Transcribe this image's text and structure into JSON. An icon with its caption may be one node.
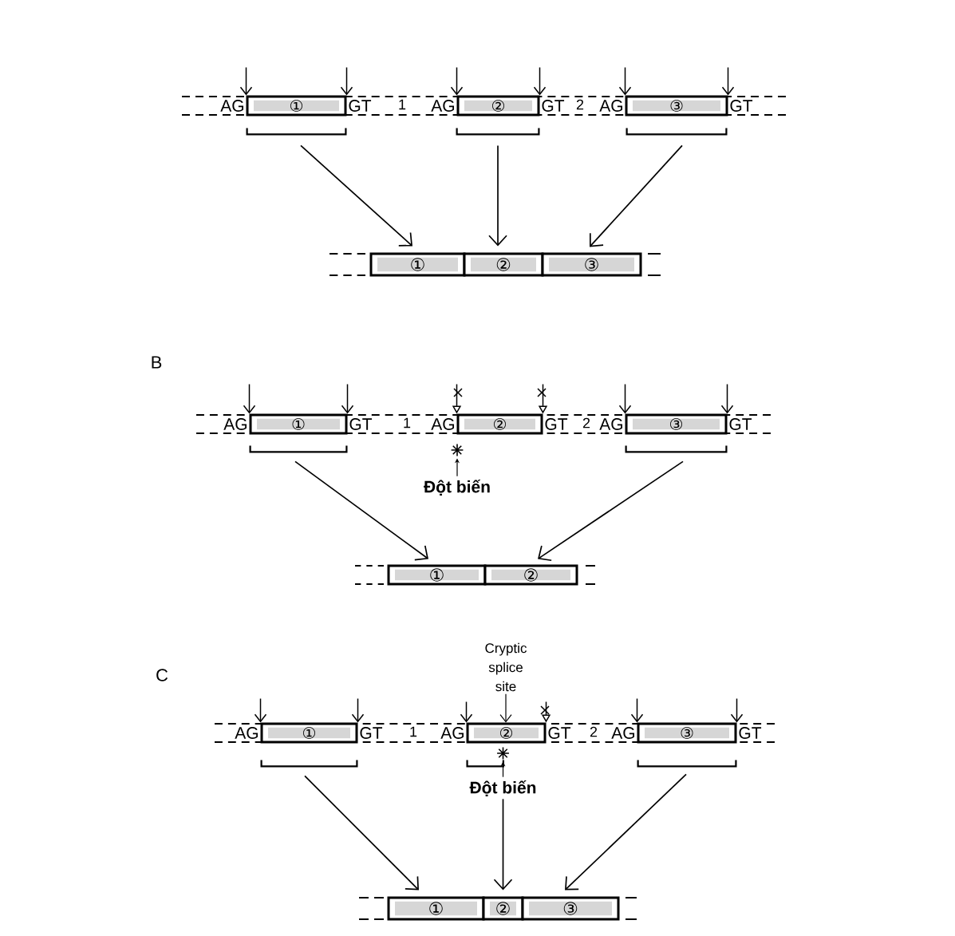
{
  "diagram": {
    "nodes": [
      {
        "text": [
          "①"
        ]
      },
      {
        "text": [
          "②"
        ]
      },
      {
        "text": [
          "③"
        ]
      },
      {
        "text": [],
        "shape": "bracket"
      },
      {
        "text": [],
        "shape": "bracket"
      },
      {
        "text": [],
        "shape": "bracket"
      },
      {
        "text": [
          "①"
        ]
      },
      {
        "text": [
          "②"
        ]
      },
      {
        "text": [
          "③"
        ]
      },
      {
        "text": [
          "①"
        ]
      },
      {
        "text": [
          "②"
        ]
      },
      {
        "text": [
          "③"
        ]
      },
      {
        "text": [],
        "shape": "bracket"
      },
      {
        "text": [],
        "shape": "asterisk"
      },
      {
        "text": [],
        "shape": "bracket"
      },
      {
        "text": [
          "Đột biến"
        ]
      },
      {
        "text": [
          "①"
        ]
      },
      {
        "text": [
          "②"
        ]
      },
      {
        "text": [
          "Cryptic splice site"
        ]
      },
      {
        "text": [
          "①"
        ]
      },
      {
        "text": [
          "②"
        ]
      },
      {
        "text": [
          "③"
        ]
      },
      {
        "text": [],
        "shape": "bracket"
      },
      {
        "text": [],
        "shape": "asterisk"
      },
      {
        "text": [],
        "shape": "bracket"
      },
      {
        "text": [],
        "shape": "bracket"
      },
      {
        "text": [
          "Đột biến"
        ]
      },
      {
        "text": [
          "①"
        ]
      },
      {
        "text": [
          "②"
        ]
      },
      {
        "text": [
          "③"
        ]
      }
    ],
    "edges": [
      {
        "from": null,
        "to": 0,
        "arrow": "to"
      },
      {
        "from": null,
        "to": 0,
        "arrow": "to"
      },
      {
        "from": null,
        "to": 1,
        "arrow": "to"
      },
      {
        "from": null,
        "to": 1,
        "arrow": "to"
      },
      {
        "from": null,
        "to": 2,
        "arrow": "to"
      },
      {
        "from": null,
        "to": 2,
        "arrow": "to"
      },
      {
        "from": 3,
        "to": 6,
        "arrow": "to"
      },
      {
        "from": 4,
        "to": 7,
        "arrow": "to"
      },
      {
        "from": 5,
        "to": 8,
        "arrow": "to"
      },
      {
        "from": null,
        "to": 9,
        "arrow": "to"
      },
      {
        "from": null,
        "to": 9,
        "arrow": "to"
      },
      {
        "from": null,
        "to": 10,
        "arrow": "to"
      },
      {
        "from": null,
        "to": 10,
        "arrow": "to"
      },
      {
        "from": null,
        "to": 11,
        "arrow": "to"
      },
      {
        "from": null,
        "to": 11,
        "arrow": "to"
      },
      {
        "from": 15,
        "to": 13,
        "arrow": "to"
      },
      {
        "from": 12,
        "to": 16,
        "arrow": "to"
      },
      {
        "from": 14,
        "to": 17,
        "arrow": "to"
      },
      {
        "from": null,
        "to": 19,
        "arrow": "to"
      },
      {
        "from": null,
        "to": 19,
        "arrow": "to"
      },
      {
        "from": null,
        "to": 20,
        "arrow": "to"
      },
      {
        "from": 18,
        "to": 20,
        "arrow": "to"
      },
      {
        "from": null,
        "to": 20,
        "arrow": "to"
      },
      {
        "from": null,
        "to": 21,
        "arrow": "to"
      },
      {
        "from": null,
        "to": 21,
        "arrow": "to"
      },
      {
        "from": 26,
        "to": 23,
        "arrow": "to"
      },
      {
        "from": 22,
        "to": 27,
        "arrow": "to"
      },
      {
        "from": 26,
        "to": 28,
        "arrow": "to"
      },
      {
        "from": 25,
        "to": 29,
        "arrow": "to"
      }
    ],
    "labels": [
      "AG",
      "GT",
      "1",
      "AG",
      "GT",
      "2",
      "AG",
      "GT",
      "B",
      "AG",
      "GT",
      "1",
      "AG",
      "GT",
      "2",
      "AG",
      "GT",
      "C",
      "AG",
      "GT",
      "1",
      "AG",
      "GT",
      "2",
      "AG",
      "GT"
    ]
  }
}
